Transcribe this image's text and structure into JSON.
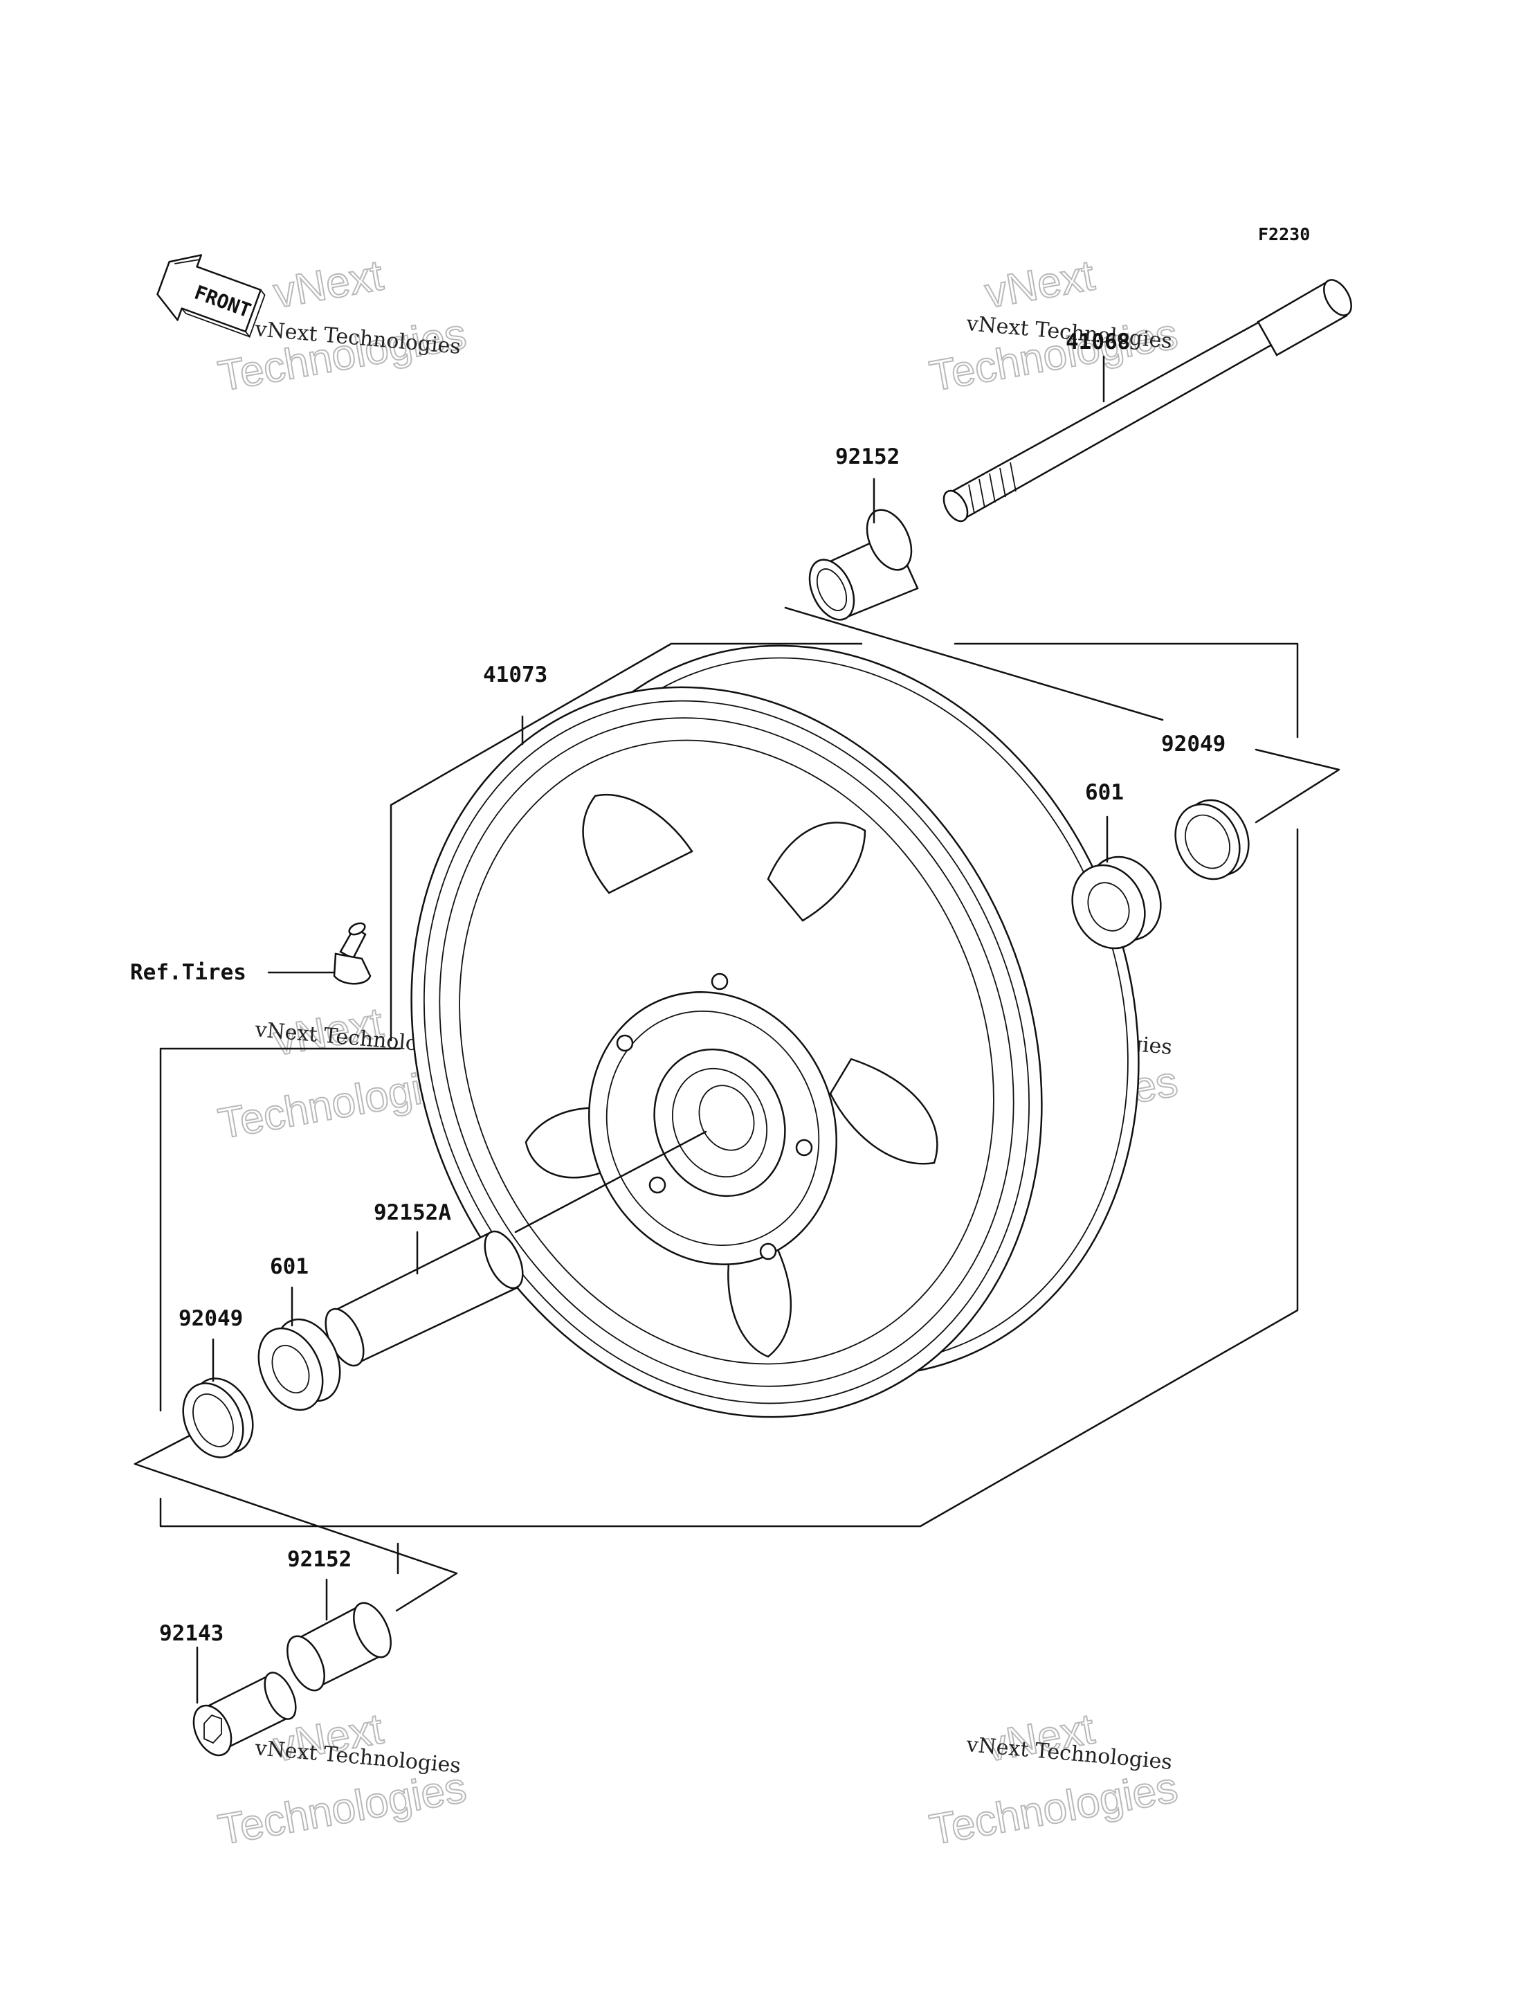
{
  "figure_code": "F2230",
  "front_indicator": "FRONT",
  "reference_label": "Ref.Tires",
  "watermark": {
    "line1": "vNext Technologies",
    "line2": "vNext",
    "line3": "Technologies"
  },
  "parts": {
    "axle": "41068",
    "collar_top": "92152",
    "wheel": "41073",
    "seal_right": "92049",
    "bearing_right": "601",
    "spacer": "92152A",
    "bearing_left": "601",
    "seal_left": "92049",
    "collar_bottom": "92152",
    "axle_nut": "92143"
  }
}
